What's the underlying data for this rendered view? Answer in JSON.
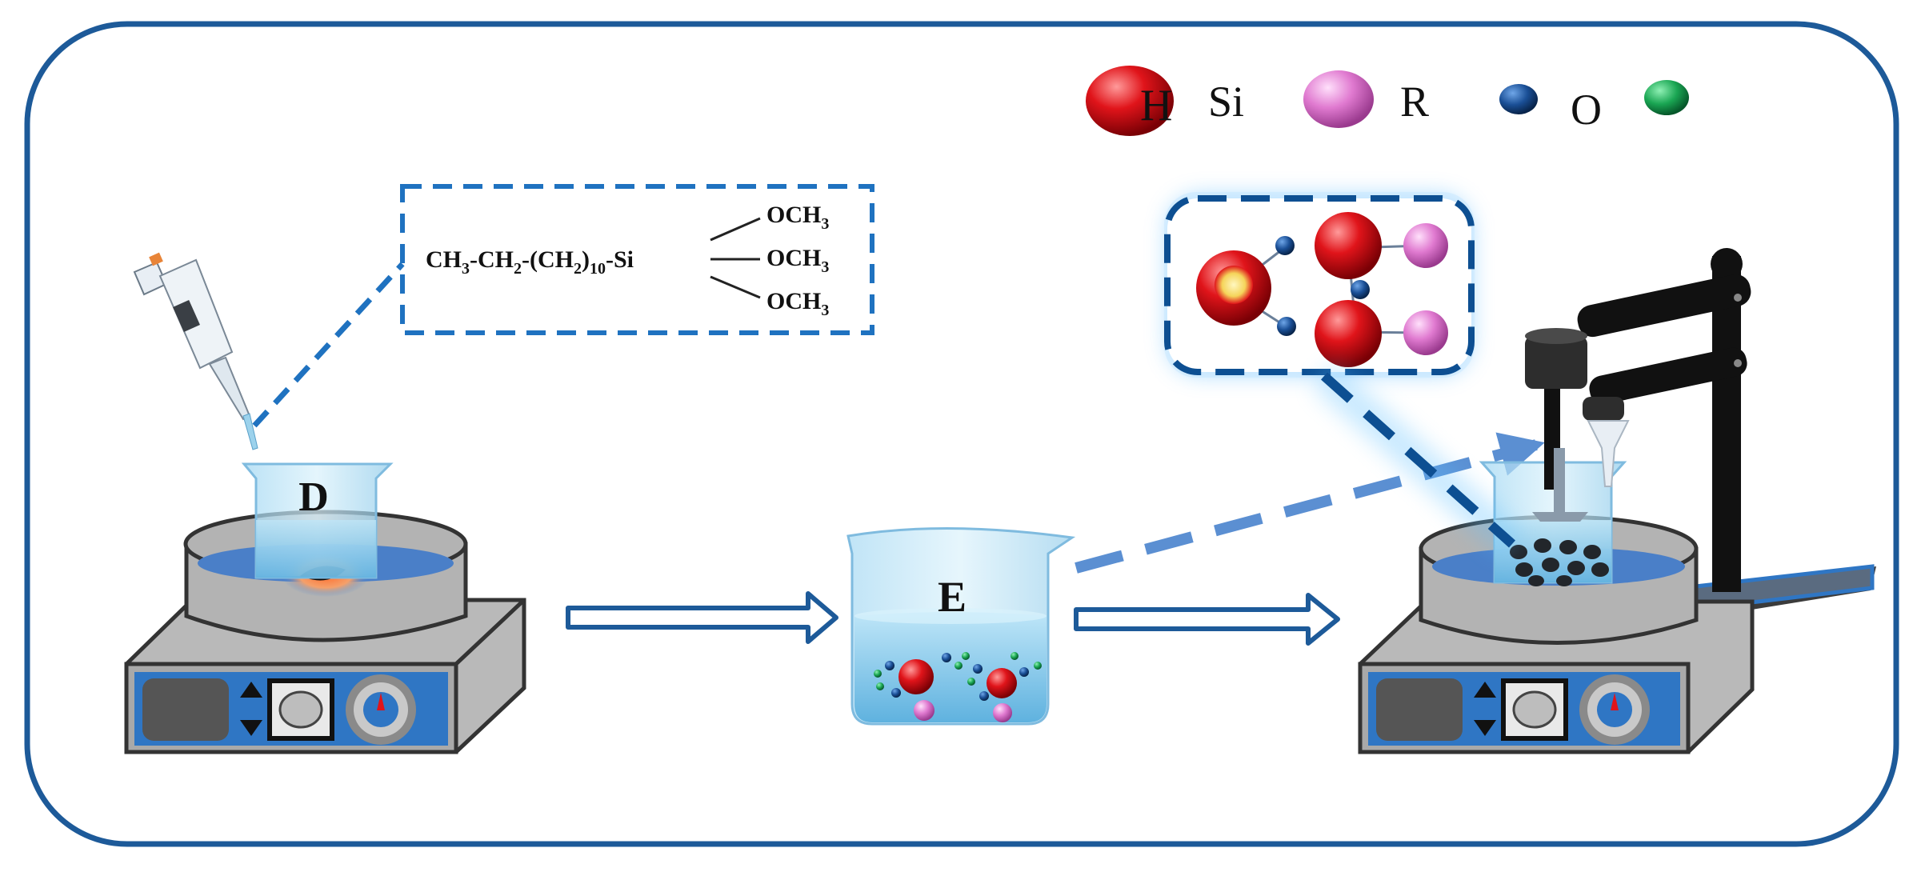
{
  "legend": {
    "items": [
      {
        "label": "H",
        "color": "#e0141a"
      },
      {
        "label": "Si",
        "color": "#e07ad0"
      },
      {
        "label": "R",
        "color": "#1a4f96"
      },
      {
        "label": "O",
        "color": "#1aa653"
      }
    ]
  },
  "formula": {
    "chain": "CH3-CH2-(CH2)10-Si",
    "parts": {
      "ch": "CH",
      "three": "3",
      "dash1": "-CH",
      "two": "2",
      "dash2": "-(CH",
      "two_b": "2",
      "paren": ")",
      "ten": "10",
      "si": "-Si"
    },
    "groups": [
      {
        "base": "OCH",
        "sub": "3"
      },
      {
        "base": "OCH",
        "sub": "3"
      },
      {
        "base": "OCH",
        "sub": "3"
      }
    ]
  },
  "beakers": {
    "left_label": "D",
    "middle_label": "E"
  },
  "colors": {
    "frame": "#1d5a99",
    "arrow": "#1d5a99",
    "dash": "#1f72c0",
    "stirrer_panel": "#2f76c4",
    "glow": "#4db3ff"
  }
}
